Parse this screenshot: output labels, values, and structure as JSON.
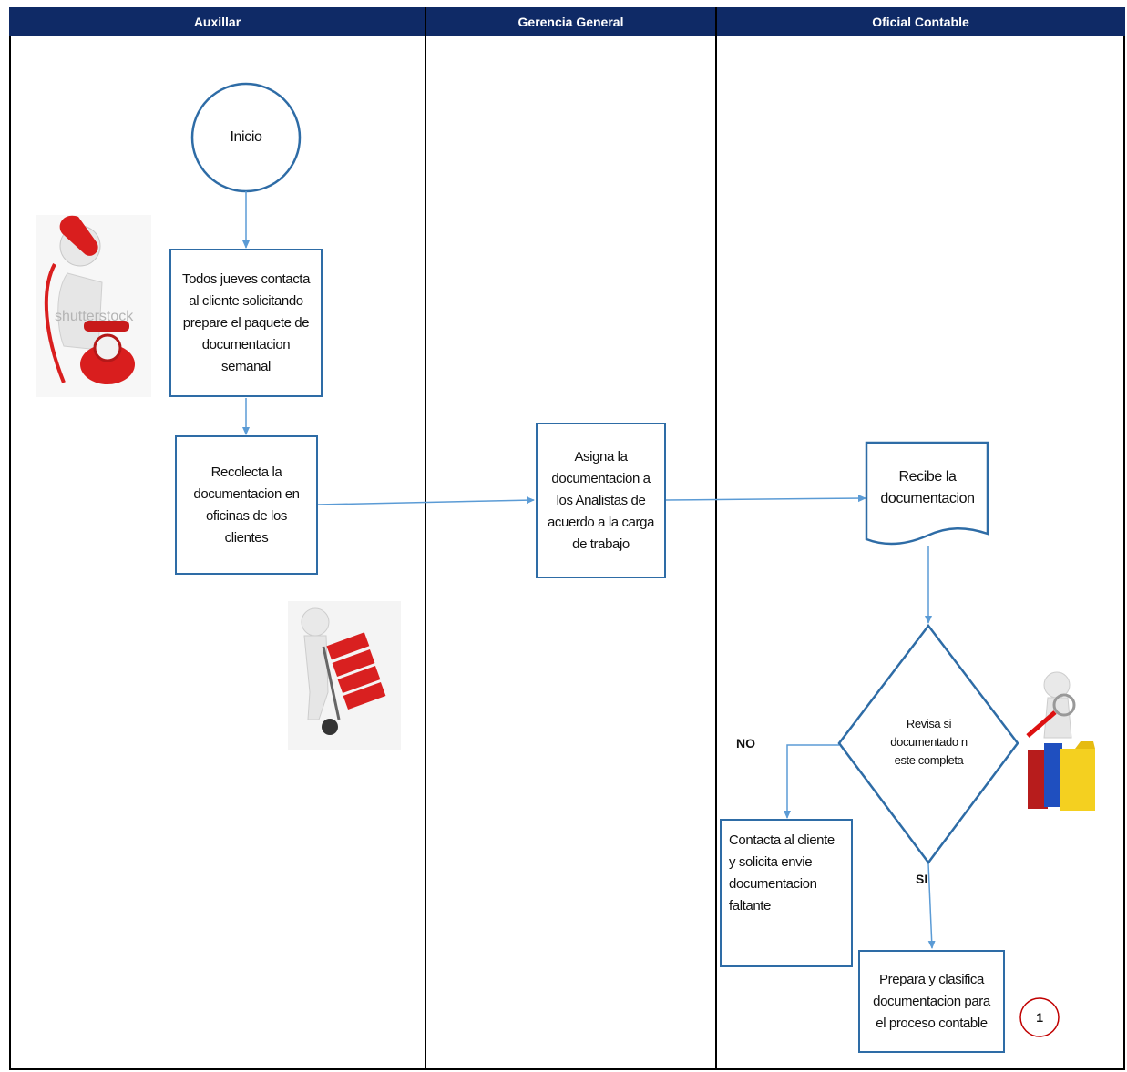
{
  "lanes": {
    "auxiliar": "Auxillar",
    "gerencia": "Gerencia General",
    "oficial": "Oficial Contable"
  },
  "nodes": {
    "inicio": "Inicio",
    "contacta": "Todos jueves contacta al cliente solicitando prepare el paquete de documentacion semanal",
    "recolecta": "Recolecta la documentacion en oficinas de los clientes",
    "asigna": "Asigna la documentacion a los Analistas de acuerdo a la carga de trabajo",
    "recibe": "Recibe la documentacion",
    "revisa": "Revisa si documentado n este completa",
    "contacta_cliente": "Contacta al cliente y solicita envie documentacion faltante",
    "prepara": "Prepara y clasifica documentacion para el proceso contable",
    "connector": "1"
  },
  "labels": {
    "no": "NO",
    "si": "SI"
  },
  "images": {
    "phone": "person-on-phone-illustration",
    "cart": "person-with-file-cart-illustration",
    "search": "person-with-magnifier-and-folders-illustration",
    "watermark": "shutterstock"
  },
  "colors": {
    "header": "#0f2a66",
    "shape_border": "#2e6ca6",
    "arrow": "#5b9bd5",
    "connector": "#c00000"
  }
}
